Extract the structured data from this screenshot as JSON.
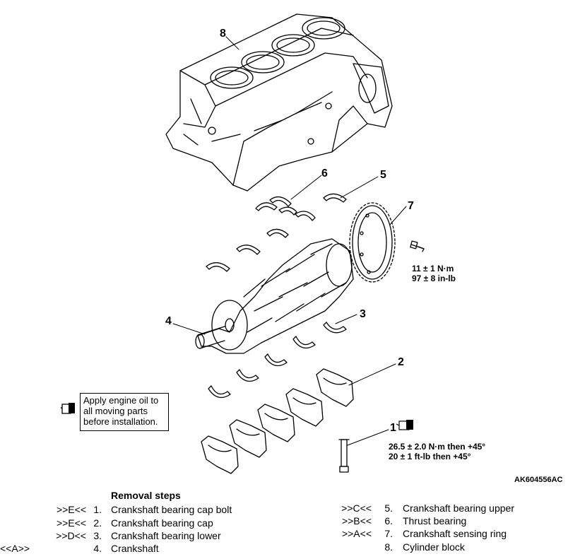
{
  "callouts": {
    "c1": "1",
    "c2": "2",
    "c3": "3",
    "c4": "4",
    "c5": "5",
    "c6": "6",
    "c7": "7",
    "c8": "8"
  },
  "torque_ring": {
    "line1": "11 ± 1 N·m",
    "line2": "97 ± 8 in-lb"
  },
  "torque_bolt": {
    "line1": "26.5 ± 2.0 N·m then +45°",
    "line2": "20 ± 1 ft-lb then +45°"
  },
  "note": {
    "line1": "Apply engine oil to",
    "line2": "all moving parts",
    "line3": "before installation.",
    "icon": "oil-can-icon"
  },
  "figure_code": "AK604556AC",
  "removal": {
    "title": "Removal steps",
    "left": [
      {
        "ref": ">>E<<",
        "num": "1.",
        "text": "Crankshaft bearing cap bolt"
      },
      {
        "ref": ">>E<<",
        "num": "2.",
        "text": "Crankshaft bearing cap"
      },
      {
        "ref": ">>D<<",
        "num": "3.",
        "text": "Crankshaft bearing lower"
      },
      {
        "ref": "<<A>>",
        "num": "4.",
        "text": "Crankshaft"
      }
    ],
    "right": [
      {
        "ref": ">>C<<",
        "num": "5.",
        "text": "Crankshaft bearing upper"
      },
      {
        "ref": ">>B<<",
        "num": "6.",
        "text": "Thrust bearing"
      },
      {
        "ref": ">>A<<",
        "num": "7.",
        "text": "Crankshaft sensing ring"
      },
      {
        "ref": "",
        "num": "8.",
        "text": "Cylinder block"
      }
    ]
  }
}
